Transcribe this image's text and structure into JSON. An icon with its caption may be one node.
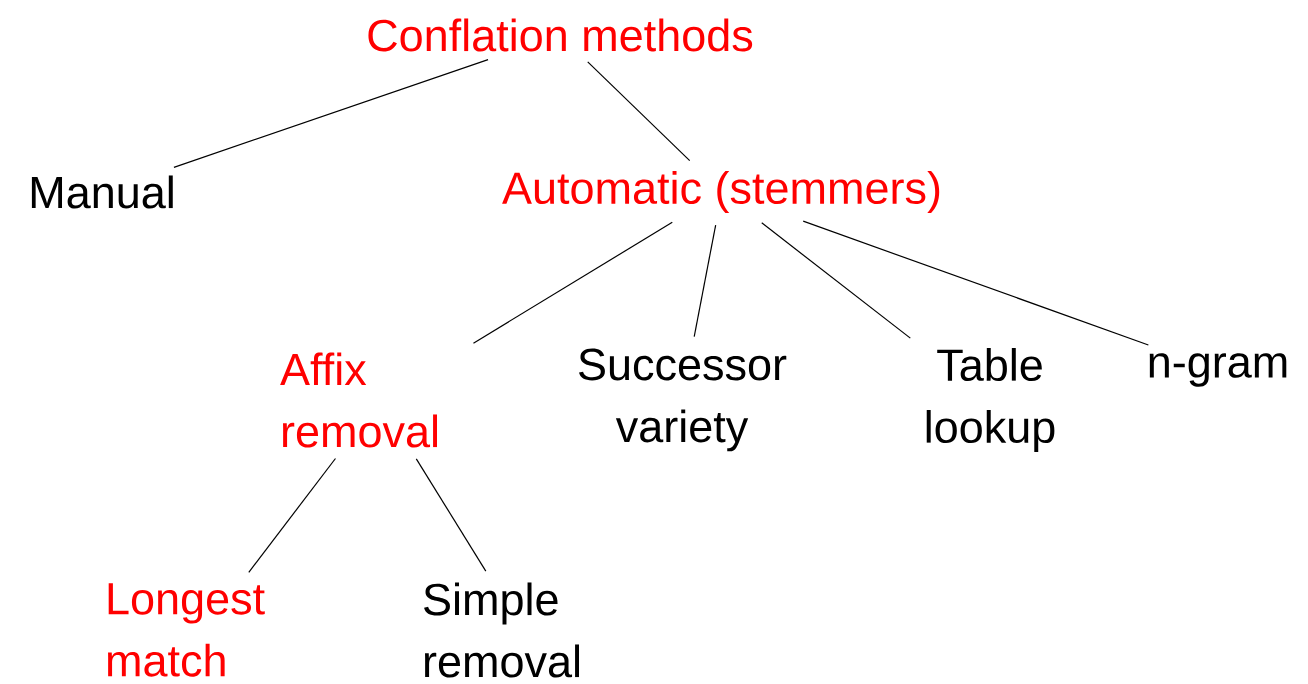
{
  "diagram": {
    "nodes": [
      {
        "text": [
          "Conflation methods"
        ]
      },
      {
        "text": [
          "Manual"
        ]
      },
      {
        "text": [
          "Automatic (stemmers)"
        ]
      },
      {
        "text": [
          "Affix removal"
        ]
      },
      {
        "text": [
          "Successor variety"
        ]
      },
      {
        "text": [
          "Table lookup"
        ]
      },
      {
        "text": [
          "n-gram"
        ]
      },
      {
        "text": [
          "Longest match"
        ]
      },
      {
        "text": [
          "Simple removal"
        ]
      }
    ],
    "edges": [
      {
        "from": 0,
        "to": 1,
        "arrow": "none"
      },
      {
        "from": 0,
        "to": 2,
        "arrow": "none"
      },
      {
        "from": 2,
        "to": 3,
        "arrow": "none"
      },
      {
        "from": 2,
        "to": 4,
        "arrow": "none"
      },
      {
        "from": 2,
        "to": 5,
        "arrow": "none"
      },
      {
        "from": 2,
        "to": 6,
        "arrow": "none"
      },
      {
        "from": 3,
        "to": 7,
        "arrow": "none"
      },
      {
        "from": 3,
        "to": 8,
        "arrow": "none"
      }
    ]
  }
}
